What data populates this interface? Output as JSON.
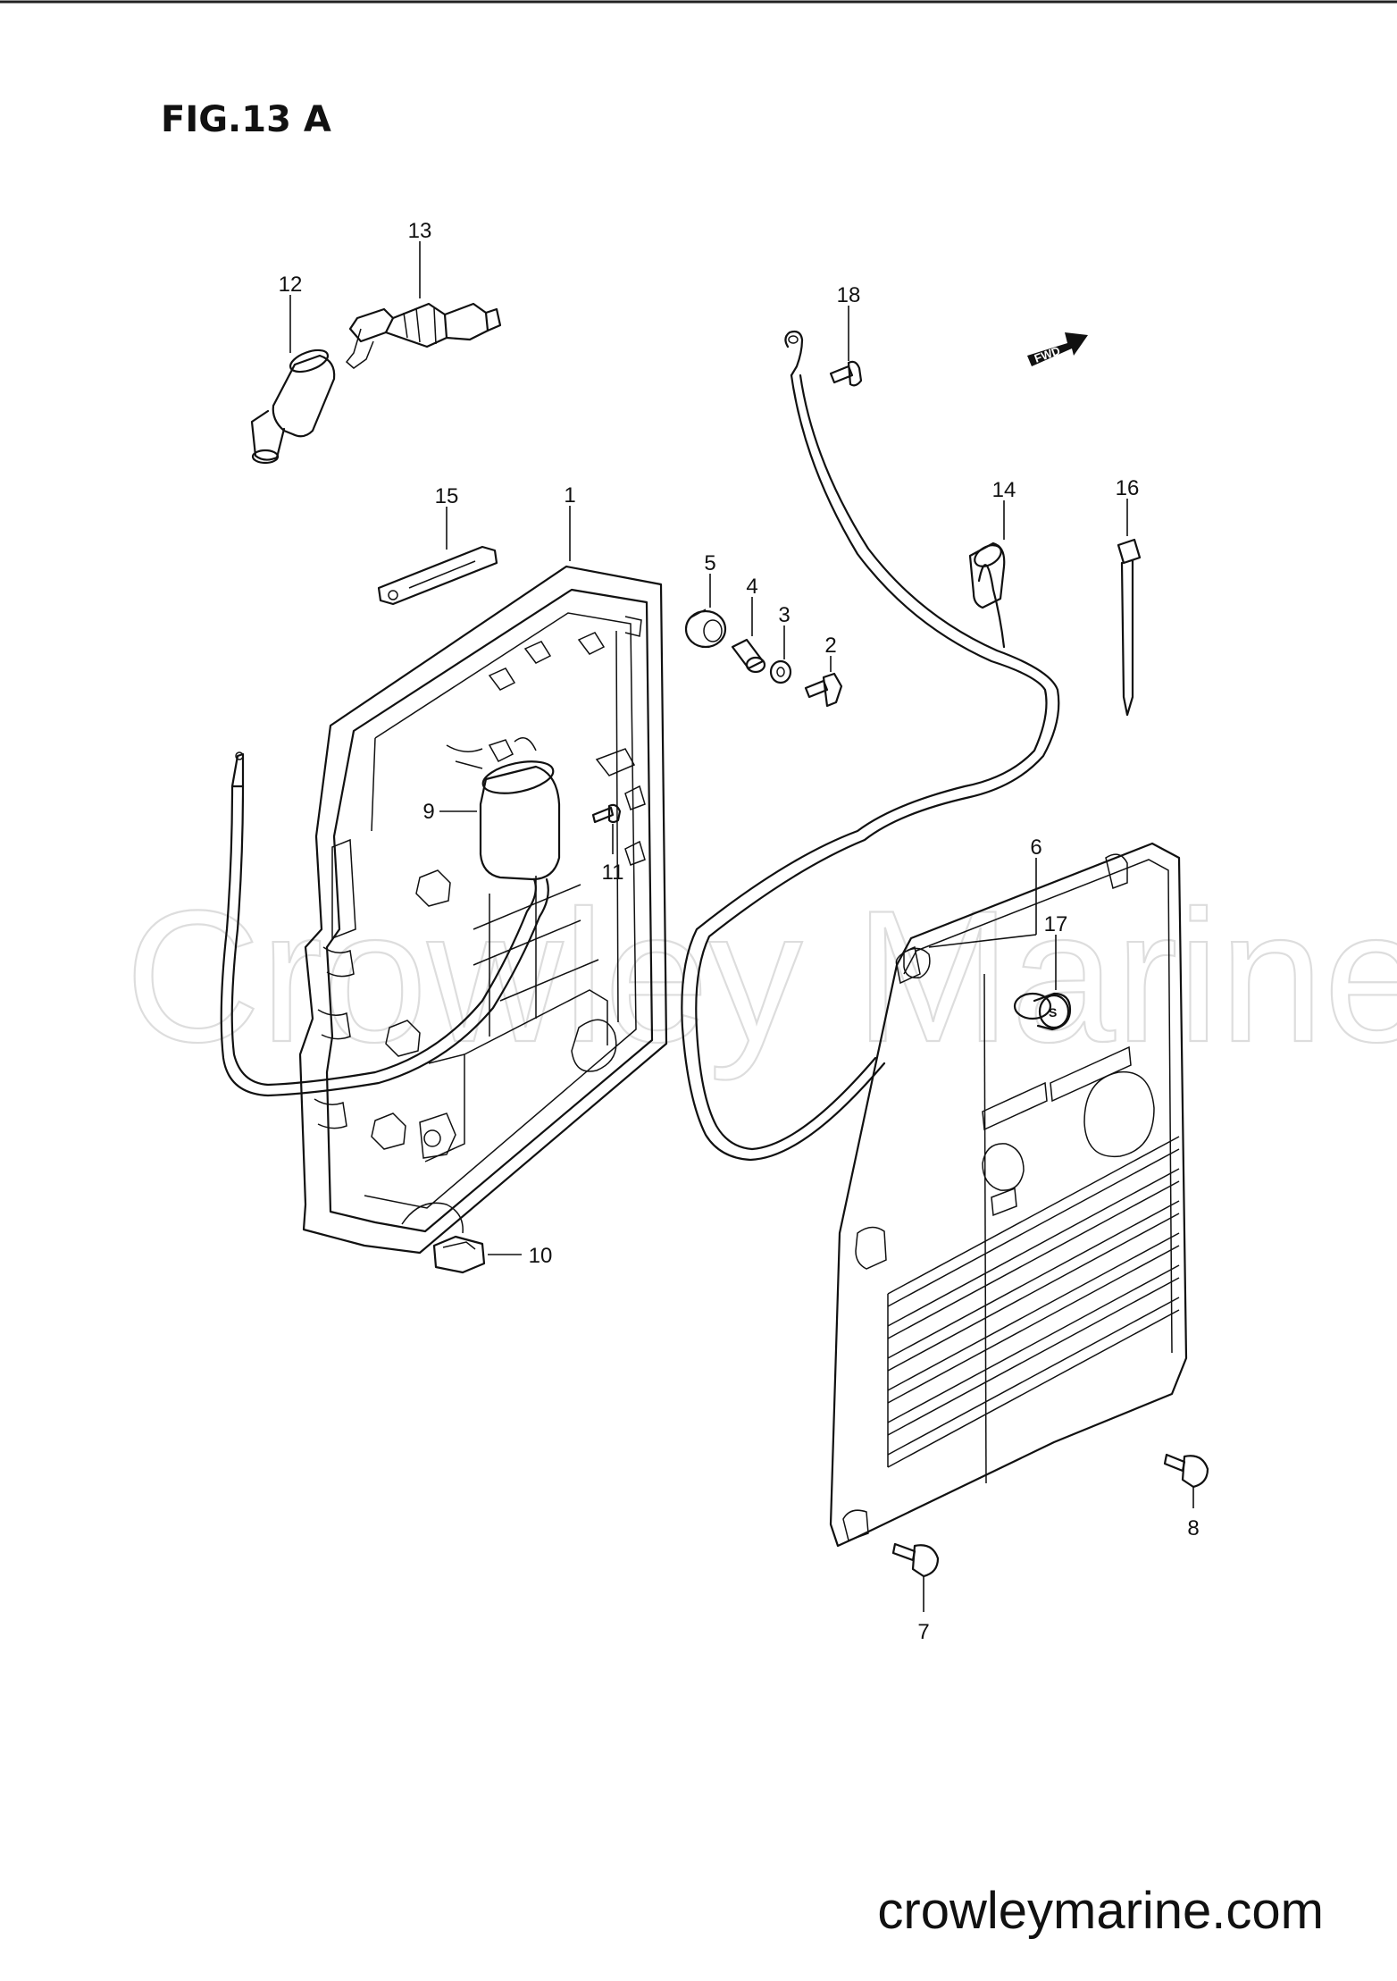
{
  "figure_title": "FIG.13 A",
  "watermark": "Crowley Marine",
  "source_url": "crowleymarine.com",
  "fwd_marker": "FWD",
  "cap_mark": "S",
  "callouts": [
    {
      "id": "c1",
      "label": "1"
    },
    {
      "id": "c2",
      "label": "2"
    },
    {
      "id": "c3",
      "label": "3"
    },
    {
      "id": "c4",
      "label": "4"
    },
    {
      "id": "c5",
      "label": "5"
    },
    {
      "id": "c6",
      "label": "6"
    },
    {
      "id": "c7",
      "label": "7"
    },
    {
      "id": "c8",
      "label": "8"
    },
    {
      "id": "c9",
      "label": "9"
    },
    {
      "id": "c10",
      "label": "10"
    },
    {
      "id": "c11",
      "label": "11"
    },
    {
      "id": "c12",
      "label": "12"
    },
    {
      "id": "c13",
      "label": "13"
    },
    {
      "id": "c14",
      "label": "14"
    },
    {
      "id": "c15",
      "label": "15"
    },
    {
      "id": "c16",
      "label": "16"
    },
    {
      "id": "c17",
      "label": "17"
    },
    {
      "id": "c18",
      "label": "18"
    }
  ]
}
